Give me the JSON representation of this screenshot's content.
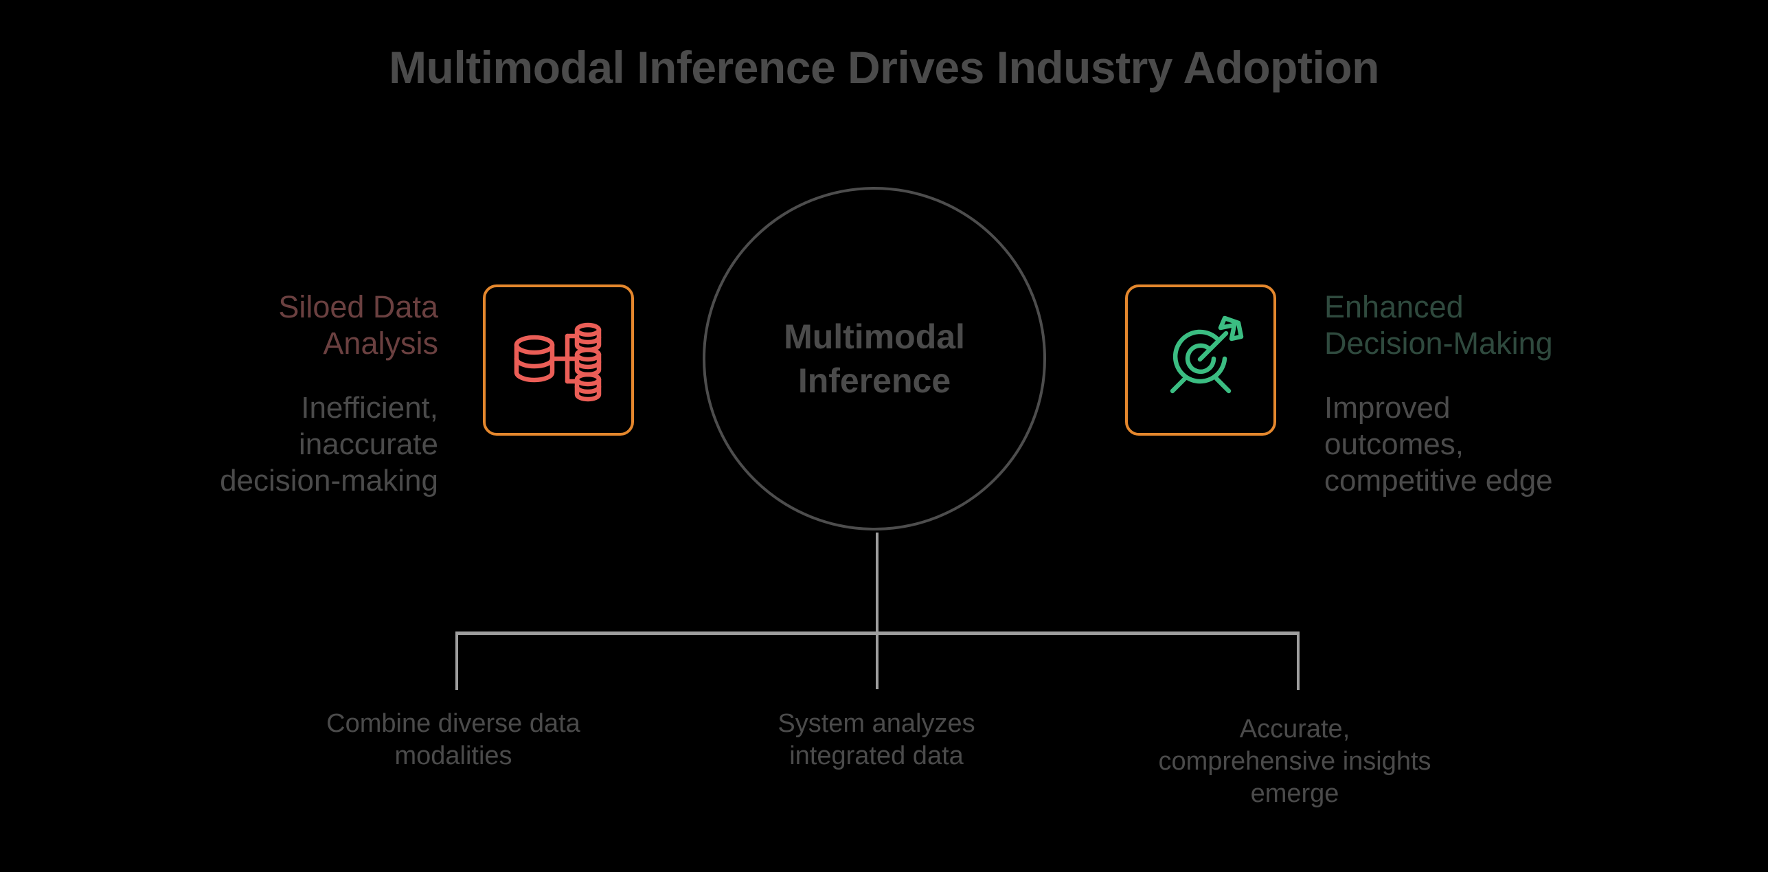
{
  "title": "Multimodal Inference Drives Industry Adoption",
  "center": {
    "label": "Multimodal\nInference",
    "name": "multimodal-inference"
  },
  "colors": {
    "background": "#000000",
    "title": "#4b4b4b",
    "body_text": "#4b4b4b",
    "connector": "#9e9e9e",
    "circle_stroke": "#4d4d4d",
    "icon_box_border": "#e4872d",
    "left_accent": "#6b4040",
    "right_accent": "#2f4a3e",
    "left_icon": "#eb5e57",
    "right_icon": "#3bbd82"
  },
  "sides": {
    "left": {
      "heading": "Siloed Data\nAnalysis",
      "detail": "Inefficient,\ninaccurate\ndecision-making",
      "icon": "database-split-icon"
    },
    "right": {
      "heading": "Enhanced\nDecision-Making",
      "detail": "Improved\noutcomes,\ncompetitive edge",
      "icon": "target-arrow-icon"
    }
  },
  "steps": [
    {
      "label": "Combine diverse data\nmodalities"
    },
    {
      "label": "System analyzes\nintegrated data"
    },
    {
      "label": "Accurate,\ncomprehensive insights\nemerge"
    }
  ]
}
